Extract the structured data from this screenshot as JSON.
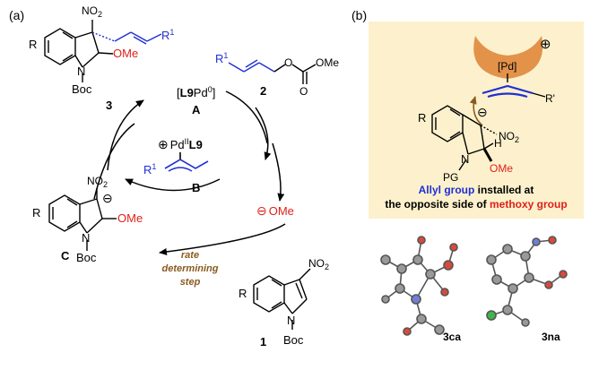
{
  "panel_a": {
    "label": "(a)",
    "catalyst": {
      "prefix": "[",
      "ligand": "L9",
      "metal": "Pd",
      "ox": "0",
      "suffix": "]",
      "letter": "A"
    },
    "allyl_carbonate": {
      "r": "R",
      "r_sup": "1",
      "ome": "OMe",
      "o": "O",
      "number": "2"
    },
    "pi_allyl": {
      "plus": "⊕",
      "metal": "Pd",
      "ox": "II",
      "ligand": "L9",
      "r": "R",
      "r_sup": "1",
      "letter": "B"
    },
    "methoxide": {
      "minus": "⊖",
      "text": "OMe"
    },
    "product": {
      "r": "R",
      "no2": "NO",
      "no2_sub": "2",
      "r1": "R",
      "r1_sup": "1",
      "n": "N",
      "ome": "OMe",
      "boc": "Boc",
      "number": "3"
    },
    "intermediate": {
      "r": "R",
      "no2": "NO",
      "no2_sub": "2",
      "minus": "⊖",
      "n": "N",
      "ome": "OMe",
      "boc": "Boc",
      "letter": "C"
    },
    "nitroindole": {
      "r": "R",
      "no2": "NO",
      "no2_sub": "2",
      "n": "N",
      "boc": "Boc",
      "number": "1"
    },
    "rds_label": [
      "rate",
      "determining",
      "step"
    ]
  },
  "panel_b": {
    "label": "(b)",
    "pd_label": "[Pd]",
    "plus": "⊕",
    "r_prime": "R'",
    "r": "R",
    "minus": "⊖",
    "no2": "NO",
    "no2_sub": "2",
    "h": "H",
    "n": "N",
    "pg": "PG",
    "ome": "OMe",
    "caption": {
      "line1_blue": "Allyl group",
      "line1_rest": " installed at",
      "line2_black": "the opposite side of ",
      "line2_red": "methoxy group"
    },
    "crystal_labels": [
      "3ca",
      "3na"
    ]
  },
  "colors": {
    "blue": "#1f2fd6",
    "red": "#e0201a",
    "brown": "#8a5a1e",
    "highlight": "#fcf1cc",
    "pd_shape": "#e3924a"
  }
}
